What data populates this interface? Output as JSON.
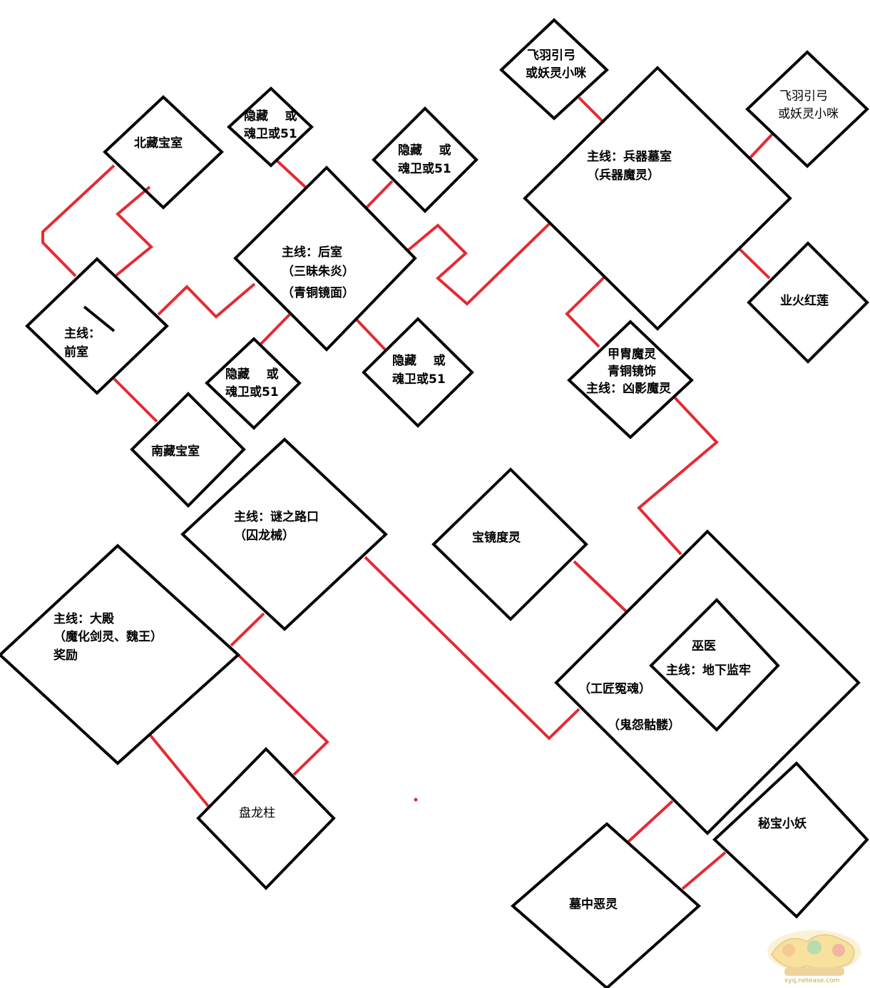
{
  "colors": {
    "line": "#e32b34",
    "box": "#000000",
    "background": "#ffffff"
  },
  "nodes": {
    "beicang": {
      "text": "北藏宝室"
    },
    "yincang_1": {
      "line1": "隐藏    或",
      "line2": "魂卫或51"
    },
    "yincang_2": {
      "line1": "隐藏    或",
      "line2": "魂卫或51"
    },
    "feiyu_1": {
      "line1": "飞羽引弓",
      "line2": "或妖灵小咪"
    },
    "feiyu_2": {
      "line1": "飞羽引弓",
      "line2": "或妖灵小咪"
    },
    "bingqi": {
      "line1": "主线：兵器墓室",
      "line2": "（兵器魔灵）"
    },
    "houshi": {
      "line1": "主线：后室",
      "line2": "（三昧朱炎）",
      "line3": "（青铜镜面）"
    },
    "qianshi": {
      "line1": "主线：",
      "line2": "前室"
    },
    "yincang_3": {
      "line1": "隐藏    或",
      "line2": "魂卫或51"
    },
    "yincang_4": {
      "line1": "隐藏    或",
      "line2": "魂卫或51"
    },
    "yehuo": {
      "text": "业火红莲"
    },
    "jiazhou": {
      "line1": "甲胄魔灵",
      "line2": "青铜镜饰",
      "line3": "主线：凶影魔灵"
    },
    "nancang": {
      "text": "南藏宝室"
    },
    "mizhilu": {
      "line1": "主线：谜之路口",
      "line2": "（囚龙械）"
    },
    "baojing": {
      "text": "宝镜度灵"
    },
    "dadian": {
      "line1": "主线：大殿",
      "line2": "（魔化剑灵、魏王）",
      "line3": "奖励"
    },
    "jianyu": {
      "line1": "巫医",
      "line2": "主线：地下监牢",
      "line3": "（工匠冤魂）",
      "line4": "（鬼怨骷髅）"
    },
    "panlong": {
      "text": "盘龙柱"
    },
    "mibao": {
      "text": "秘宝小妖"
    },
    "muzhong": {
      "text": "墓中恶灵"
    }
  },
  "watermark": {
    "logo_icon": "menghuan-xiyou-logo-icon",
    "url": "xyq.netease.com"
  }
}
